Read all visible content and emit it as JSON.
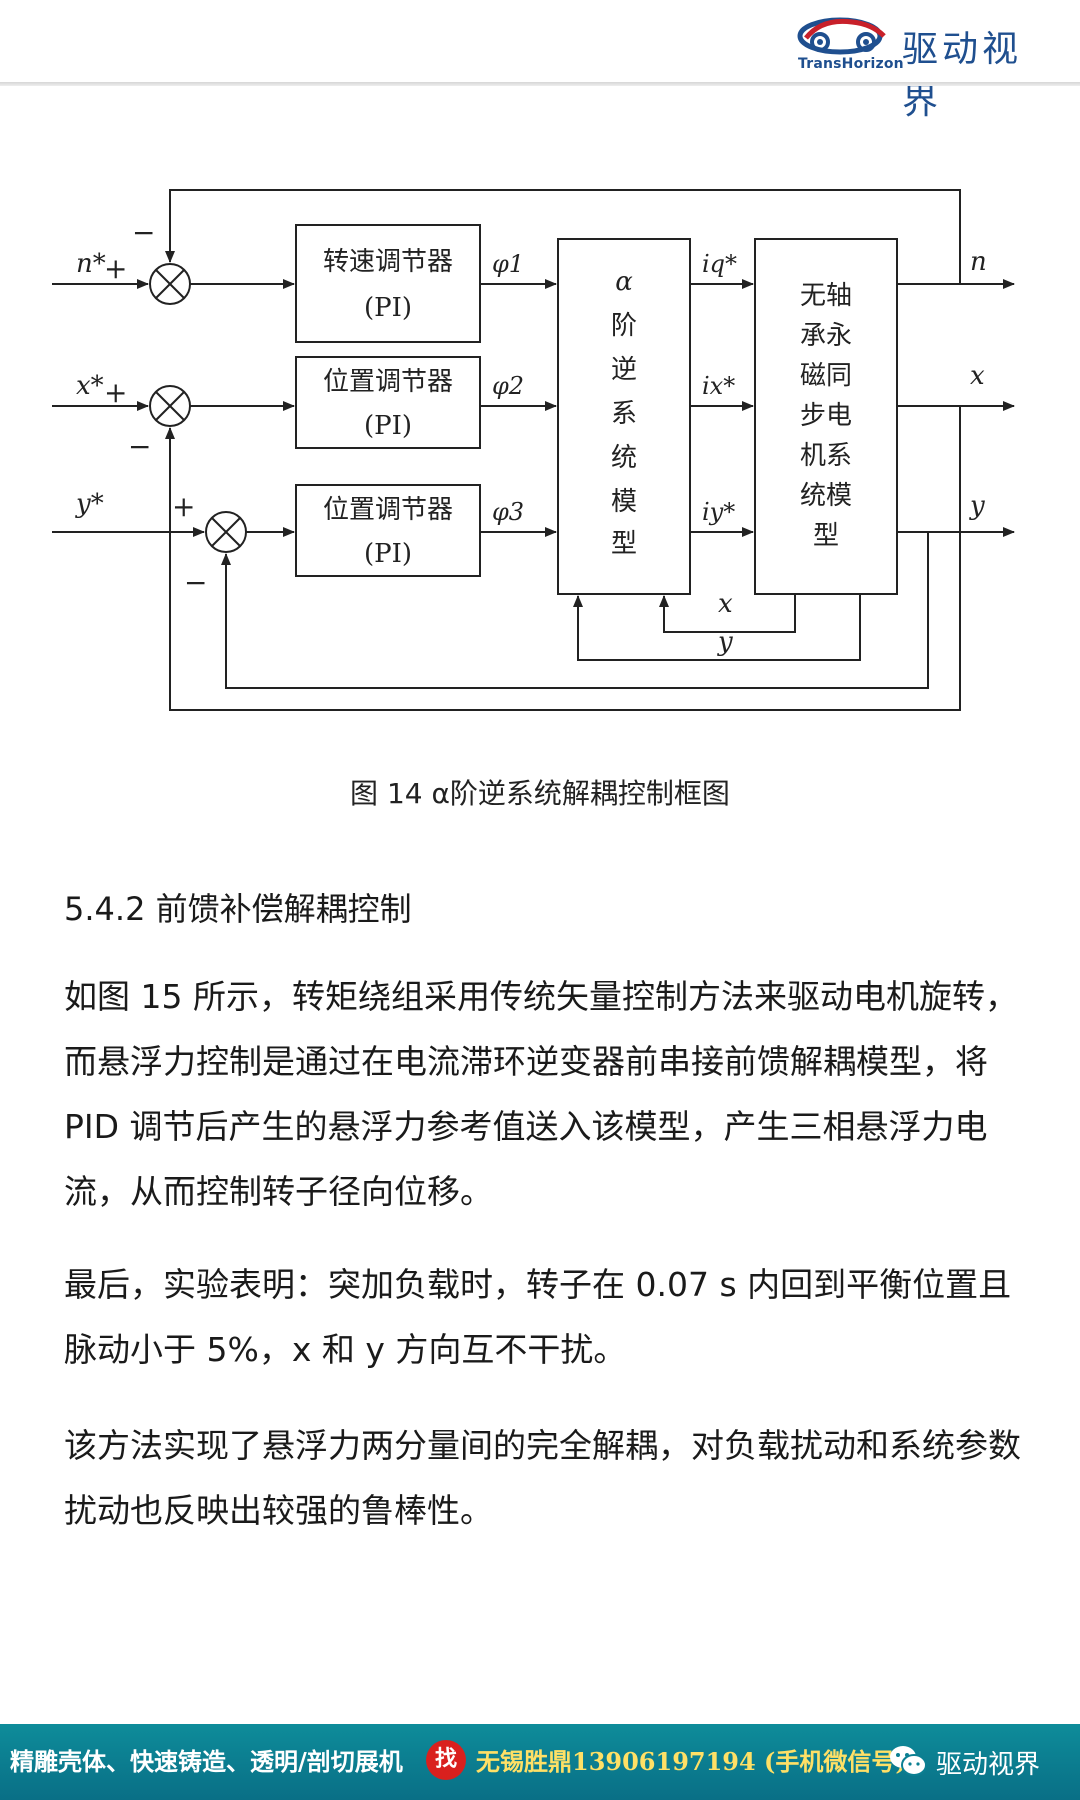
{
  "header": {
    "logo_en": "TransHorizon",
    "logo_cn": "驱动视界"
  },
  "diagram": {
    "inputs": [
      "n*",
      "x*",
      "y*"
    ],
    "signs": {
      "plus": "+",
      "minus": "−"
    },
    "controllers": [
      {
        "name": "转速调节器",
        "type": "(PI)",
        "output": "φ1"
      },
      {
        "name": "位置调节器",
        "type": "(PI)",
        "output": "φ2"
      },
      {
        "name": "位置调节器",
        "type": "(PI)",
        "output": "φ3"
      }
    ],
    "inverse_model": [
      "α",
      "阶",
      "逆",
      "系",
      "统",
      "模",
      "型"
    ],
    "currents": [
      "iq*",
      "ix*",
      "iy*"
    ],
    "motor_model": [
      "无轴",
      "承永",
      "磁同",
      "步电",
      "机系",
      "统模",
      "型"
    ],
    "outputs": [
      "n",
      "x",
      "y"
    ],
    "feedback_labels": [
      "x",
      "y"
    ]
  },
  "caption": "图 14 α阶逆系统解耦控制框图",
  "section_title": "5.4.2 前馈补偿解耦控制",
  "paragraphs": [
    "如图 15 所示，转矩绕组采用传统矢量控制方法来驱动电机旋转，而悬浮力控制是通过在电流滞环逆变器前串接前馈解耦模型，将 PID 调节后产生的悬浮力参考值送入该模型，产生三相悬浮力电流，从而控制转子径向位移。",
    "最后，实验表明：突加负载时，转子在 0.07 s 内回到平衡位置且脉动小于 5%，x 和 y 方向互不干扰。",
    "该方法实现了悬浮力两分量间的完全解耦，对负载扰动和系统参数扰动也反映出较强的鲁棒性。"
  ],
  "footer": {
    "ad_text": "精雕壳体、快速铸造、透明/剖切展机",
    "badge": "找",
    "contact": "无锡胜鼎13906197194 (手机微信号)",
    "brand": "驱动视界"
  },
  "colors": {
    "footer_bg": "#0b7f92",
    "contact_text": "#ffe066",
    "badge_bg": "#d9201e",
    "logo": "#1f4f8f"
  }
}
